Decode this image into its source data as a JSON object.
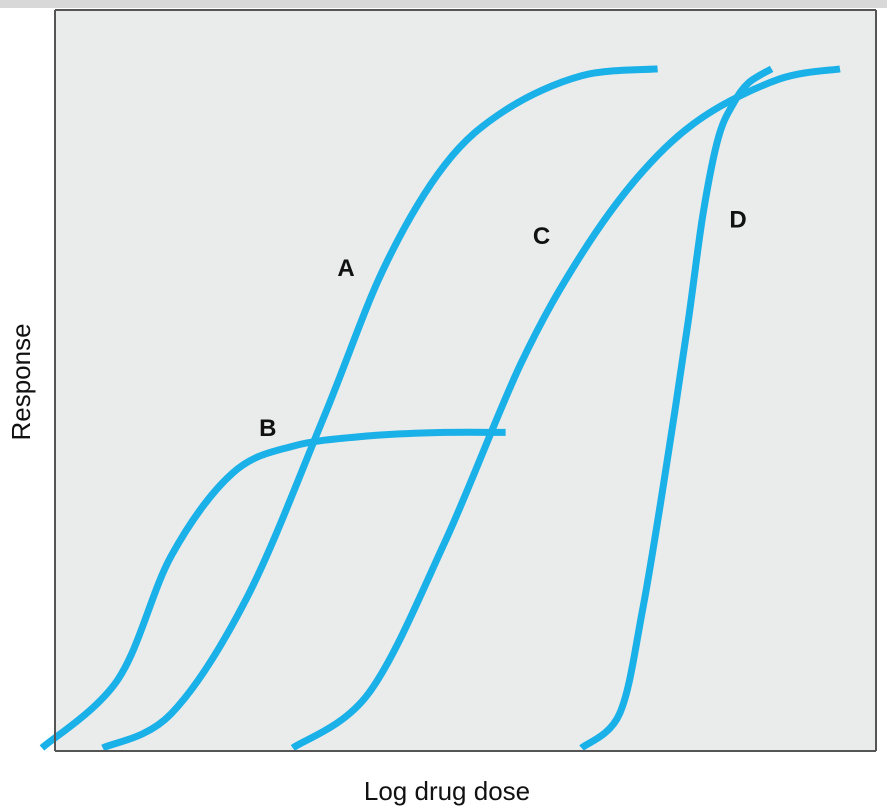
{
  "chart_data": {
    "type": "line",
    "title": "",
    "xlabel": "Log drug dose",
    "ylabel": "Response",
    "xlim": [
      0,
      100
    ],
    "ylim": [
      0,
      100
    ],
    "grid": false,
    "legend": "none",
    "colors": {
      "curve": "#1ab0e8",
      "plot_background": "#eaebeb",
      "frame": "#555555"
    },
    "series": [
      {
        "name": "A",
        "x": [
          3,
          12,
          22,
          32,
          40,
          48,
          56,
          66,
          76
        ],
        "y": [
          0,
          5,
          22,
          48,
          70,
          85,
          93,
          98,
          99
        ]
      },
      {
        "name": "B",
        "x": [
          -5,
          5,
          12,
          20,
          28,
          38,
          48,
          56
        ],
        "y": [
          0,
          10,
          28,
          40,
          44,
          45.5,
          46,
          46
        ]
      },
      {
        "name": "C",
        "x": [
          28,
          38,
          48,
          58,
          66,
          74,
          82,
          92,
          100
        ],
        "y": [
          0,
          8,
          30,
          56,
          72,
          84,
          92,
          97.5,
          99
        ]
      },
      {
        "name": "D",
        "x": [
          66,
          71,
          74,
          77,
          80,
          82,
          84,
          86,
          88,
          91
        ],
        "y": [
          0,
          5,
          20,
          40,
          62,
          78,
          89,
          94,
          97,
          99
        ]
      }
    ]
  }
}
